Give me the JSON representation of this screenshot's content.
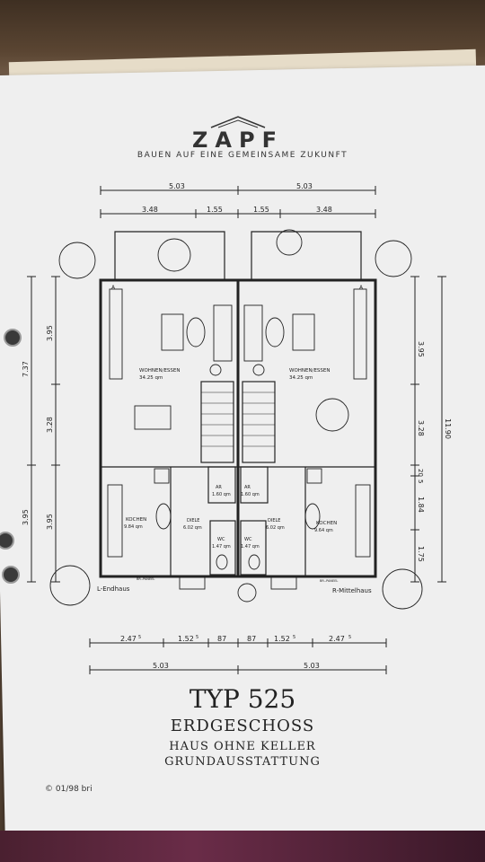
{
  "logo": {
    "brand": "ZAPF",
    "tagline": "BAUEN AUF EINE GEMEINSAME ZUKUNFT"
  },
  "dimensions": {
    "top_outer_left": "5.03",
    "top_outer_right": "5.03",
    "top_inner": [
      "3.48",
      "1.55",
      "1.55",
      "3.48"
    ],
    "left_outer": "7.37",
    "left_outer_bottom": "3.95",
    "left_inner": [
      "3.95",
      "3.28",
      "3.95"
    ],
    "right_outer": "11.90",
    "right_inner": [
      "3.95",
      "3.28",
      "20",
      "5",
      "1.84",
      "1.75"
    ],
    "bottom_inner": [
      "2.47",
      "5",
      "1.52",
      "5",
      "87",
      "87",
      "1.52",
      "5",
      "2.47",
      "5"
    ],
    "bottom_outer": [
      "5.03",
      "5.03"
    ]
  },
  "rooms": {
    "left_living": {
      "name": "WOHNEN/ESSEN",
      "area": "34.25 qm"
    },
    "right_living": {
      "name": "WOHNEN/ESSEN",
      "area": "34.25 qm"
    },
    "left_ar": {
      "name": "AR",
      "area": "1.60 qm"
    },
    "right_ar": {
      "name": "AR",
      "area": "1.60 qm"
    },
    "left_kitchen": {
      "name": "KOCHEN",
      "area": "9.84 qm"
    },
    "right_kitchen": {
      "name": "KOCHEN",
      "area": "9.64 qm"
    },
    "left_hall": {
      "name": "DIELE",
      "area": "6.02 qm"
    },
    "right_hall": {
      "name": "DIELE",
      "area": "6.02 qm"
    },
    "left_wc": {
      "name": "WC",
      "area": "1.47 qm"
    },
    "right_wc": {
      "name": "WC",
      "area": "1.47 qm"
    }
  },
  "house_labels": {
    "left": "L-Endhaus",
    "right": "R-Mittelhaus",
    "panel_left": "BR.-PANEEL",
    "panel_right": "BR.-PANEEL"
  },
  "corner_marks": {
    "left": "A",
    "right": "A"
  },
  "title": {
    "typ": "TYP 525",
    "floor": "ERDGESCHOSS",
    "line1": "HAUS OHNE KELLER",
    "line2": "GRUNDAUSSTATTUNG"
  },
  "copyright": "© 01/98 bri"
}
